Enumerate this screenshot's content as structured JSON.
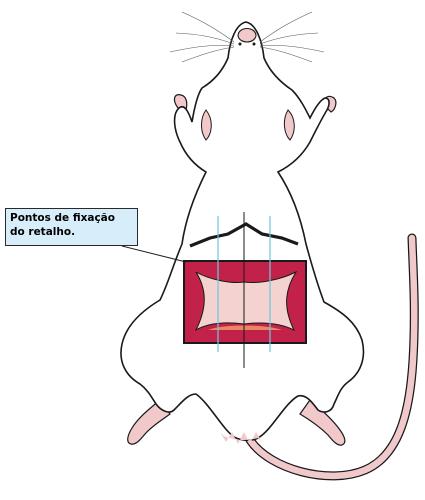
{
  "annotation": {
    "lines": [
      "Pontos de fixação",
      "do retalho."
    ]
  },
  "colors": {
    "outline": "#1a1a1a",
    "body_fill": "#ffffff",
    "skin_pink": "#f1c9cb",
    "flap_border": "#c2214a",
    "flap_inner": "#f3d2d0",
    "incision_line": "#6ec8e0",
    "callout_bg": "#d7edfa"
  },
  "icons": [
    "rat-body-illustration",
    "dorsal-skin-flap",
    "fixation-stitch-lines",
    "tail"
  ]
}
